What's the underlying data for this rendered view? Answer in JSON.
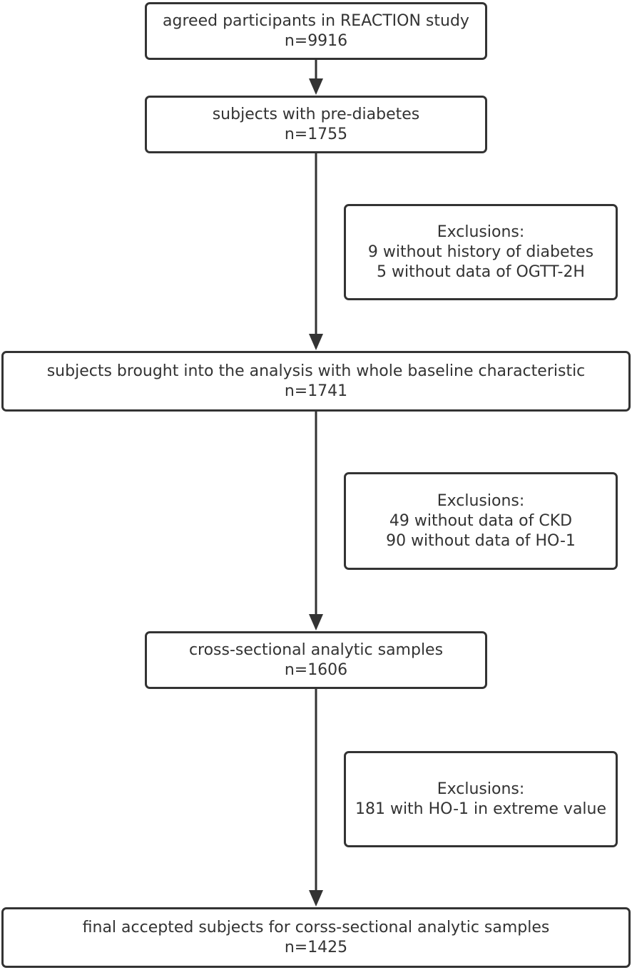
{
  "flowchart": {
    "steps": [
      {
        "title": "agreed participants in REACTION study",
        "count": "n=9916"
      },
      {
        "title": "subjects with pre-diabetes",
        "count": "n=1755"
      },
      {
        "title": "subjects brought into the analysis with whole baseline characteristic",
        "count": "n=1741"
      },
      {
        "title": "cross-sectional analytic samples",
        "count": "n=1606"
      },
      {
        "title": "final accepted subjects for corss-sectional analytic samples",
        "count": "n=1425"
      }
    ],
    "exclusions": [
      {
        "title": "Exclusions:",
        "items": [
          "9 without history of diabetes",
          "5 without data of OGTT-2H"
        ]
      },
      {
        "title": "Exclusions:",
        "items": [
          "49 without data of CKD",
          "90 without data of HO-1"
        ]
      },
      {
        "title": "Exclusions:",
        "items": [
          "181 with HO-1 in extreme value"
        ]
      }
    ]
  }
}
